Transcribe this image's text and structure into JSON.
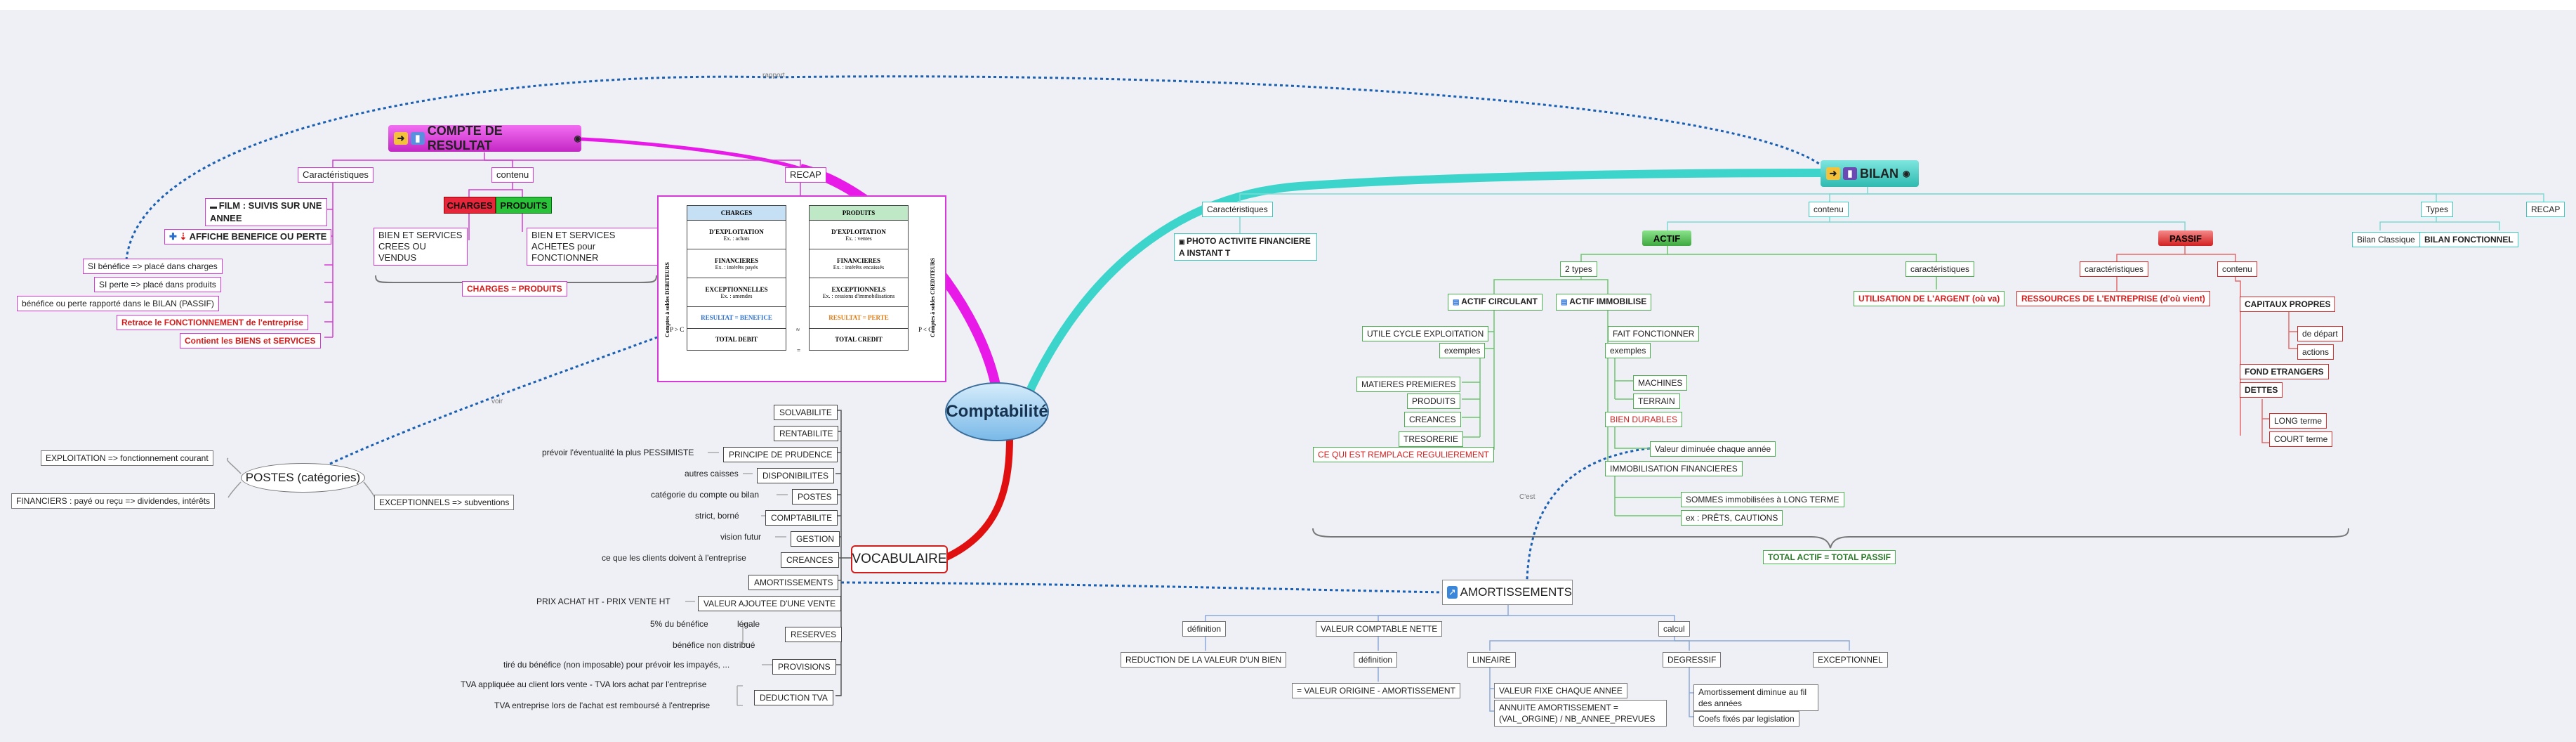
{
  "center": "Comptabilité",
  "relation_labels": {
    "rapport": "rapport",
    "voir": "voir",
    "cest": "C'est"
  },
  "compte_resultat": {
    "title": "COMPTE DE RESULTAT",
    "caracteristiques": "Caractéristiques",
    "contenu": "contenu",
    "recap": "RECAP",
    "film": "FILM : SUIVIS SUR UNE ANNEE",
    "affiche": "AFFICHE BENEFICE OU PERTE",
    "si_benefice": "SI bénéfice => placé dans charges",
    "si_perte": "SI perte => placé dans produits",
    "benefice_rapporte": "bénéfice ou perte rapporté dans le BILAN (PASSIF)",
    "retrace": "Retrace le FONCTIONNEMENT de l'entreprise",
    "contient": "Contient les BIENS et SERVICES",
    "charges": "CHARGES",
    "produits": "PRODUITS",
    "biens_crees": "BIEN ET SERVICES CREES OU VENDUS",
    "biens_achetes": "BIEN ET SERVICES ACHETES pour FONCTIONNER",
    "charges_eq_produits": "CHARGES = PRODUITS"
  },
  "table_fig": {
    "left_header": "CHARGES",
    "right_header": "PRODUITS",
    "left_rows": [
      {
        "title": "D'EXPLOITATION",
        "ex": "Ex. : achats"
      },
      {
        "title": "FINANCIERES",
        "ex": "Ex. : intérêts payés"
      },
      {
        "title": "EXCEPTIONNELLES",
        "ex": "Ex. : amendes"
      }
    ],
    "right_rows": [
      {
        "title": "D'EXPLOITATION",
        "ex": "Ex. : ventes"
      },
      {
        "title": "FINANCIERES",
        "ex": "Ex. : intérêts encaissés"
      },
      {
        "title": "EXCEPTIONNELS",
        "ex": "Ex. : cessions d'immobilisations"
      }
    ],
    "left_result": "RESULTAT = BENEFICE",
    "right_result": "RESULTAT = PERTE",
    "left_total": "TOTAL DEBIT",
    "right_total": "TOTAL CREDIT",
    "pc_left": "P > C",
    "pc_right": "P < C",
    "approx": "≈",
    "equals": "=",
    "side_left": "Comptes à soldes DEBITEURS",
    "side_right": "Comptes à soldes CREDITEURS"
  },
  "postes": {
    "title": "POSTES (catégories)",
    "exploitation": "EXPLOITATION => fonctionnement courant",
    "financiers": "FINANCIERS : payé ou reçu => dividendes, intérêts",
    "exceptionnels": "EXCEPTIONNELS => subventions"
  },
  "vocabulaire": {
    "title": "VOCABULAIRE",
    "terms": [
      {
        "term": "SOLVABILITE",
        "def": ""
      },
      {
        "term": "RENTABILITE",
        "def": ""
      },
      {
        "term": "PRINCIPE DE PRUDENCE",
        "def": "prévoir l'éventualité la plus PESSIMISTE"
      },
      {
        "term": "DISPONIBILITES",
        "def": "autres caisses"
      },
      {
        "term": "POSTES",
        "def": "catégorie du compte ou bilan"
      },
      {
        "term": "COMPTABILITE",
        "def": "strict, borné"
      },
      {
        "term": "GESTION",
        "def": "vision futur"
      },
      {
        "term": "CREANCES",
        "def": "ce que les clients doivent à l'entreprise"
      },
      {
        "term": "AMORTISSEMENTS",
        "def": ""
      },
      {
        "term": "VALEUR AJOUTEE D'UNE VENTE",
        "def": "PRIX ACHAT HT - PRIX VENTE HT"
      },
      {
        "term": "RESERVES",
        "def": ""
      },
      {
        "term": "PROVISIONS",
        "def": "tiré du bénéfice (non imposable) pour prévoir les impayés, ..."
      },
      {
        "term": "DEDUCTION TVA",
        "def": ""
      }
    ],
    "reserves_sub": {
      "a": "5% du bénéfice",
      "b": "légale",
      "c": "bénéfice non distribué"
    },
    "tva_a": "TVA appliquée au client lors vente - TVA lors achat par l'entreprise",
    "tva_b": "TVA entreprise lors de l'achat est remboursé à l'entreprise"
  },
  "bilan": {
    "title": "BILAN",
    "caracteristiques": "Caractéristiques",
    "contenu": "contenu",
    "types": "Types",
    "recap": "RECAP",
    "photo": "PHOTO ACTIVITE FINANCIERE A INSTANT T",
    "bilan_classique": "Bilan Classique",
    "bilan_fonctionnel": "BILAN FONCTIONNEL",
    "actif": "ACTIF",
    "passif": "PASSIF",
    "deux_types": "2 types",
    "caract_actif": "caractéristiques",
    "caract_passif": "caractéristiques",
    "contenu_passif": "contenu",
    "utilisation": "UTILISATION DE L'ARGENT (où va)",
    "ressources": "RESSOURCES DE L'ENTREPRISE (d'où vient)",
    "actif_circulant": "ACTIF CIRCULANT",
    "actif_immobilise": "ACTIF IMMOBILISE",
    "utile_cycle": "UTILE CYCLE EXPLOITATION",
    "exemples_1": "exemples",
    "matieres": "MATIERES PREMIERES",
    "produits": "PRODUITS",
    "creances": "CREANCES",
    "tresorerie": "TRESORERIE",
    "remplace": "CE QUI EST REMPLACE REGULIEREMENT",
    "fait_fonctionner": "FAIT FONCTIONNER",
    "exemples_2": "exemples",
    "machines": "MACHINES",
    "terrain": "TERRAIN",
    "biens_durables": "BIEN DURABLES",
    "valeur_diminuee": "Valeur diminuée chaque année",
    "immo_fin": "IMMOBILISATION FINANCIERES",
    "sommes": "SOMMES immobilisées à LONG TERME",
    "prets": "ex : PRÊTS, CAUTIONS",
    "capitaux": "CAPITAUX PROPRES",
    "de_depart": "de départ",
    "actions": "actions",
    "fond_etrangers": "FOND ETRANGERS",
    "dettes": "DETTES",
    "long_terme": "LONG terme",
    "court_terme": "COURT terme",
    "total": "TOTAL ACTIF = TOTAL PASSIF"
  },
  "amortissements": {
    "title": "AMORTISSEMENTS",
    "definition": "définition",
    "valeur_comptable": "VALEUR COMPTABLE NETTE",
    "calcul": "calcul",
    "reduction": "REDUCTION DE LA VALEUR D'UN BIEN",
    "definition_2": "définition",
    "valeur_origine": "= VALEUR ORIGINE - AMORTISSEMENT",
    "lineaire": "LINEAIRE",
    "degressif": "DEGRESSIF",
    "exceptionnel": "EXCEPTIONNEL",
    "valeur_fixe": "VALEUR FIXE CHAQUE ANNEE",
    "annuite": "ANNUITE AMORTISSEMENT = (VAL_ORGINE) / NB_ANNEE_PREVUES",
    "amort_diminue": "Amortissement diminue au fil des années",
    "coefs": "Coefs fixés par legislation"
  }
}
